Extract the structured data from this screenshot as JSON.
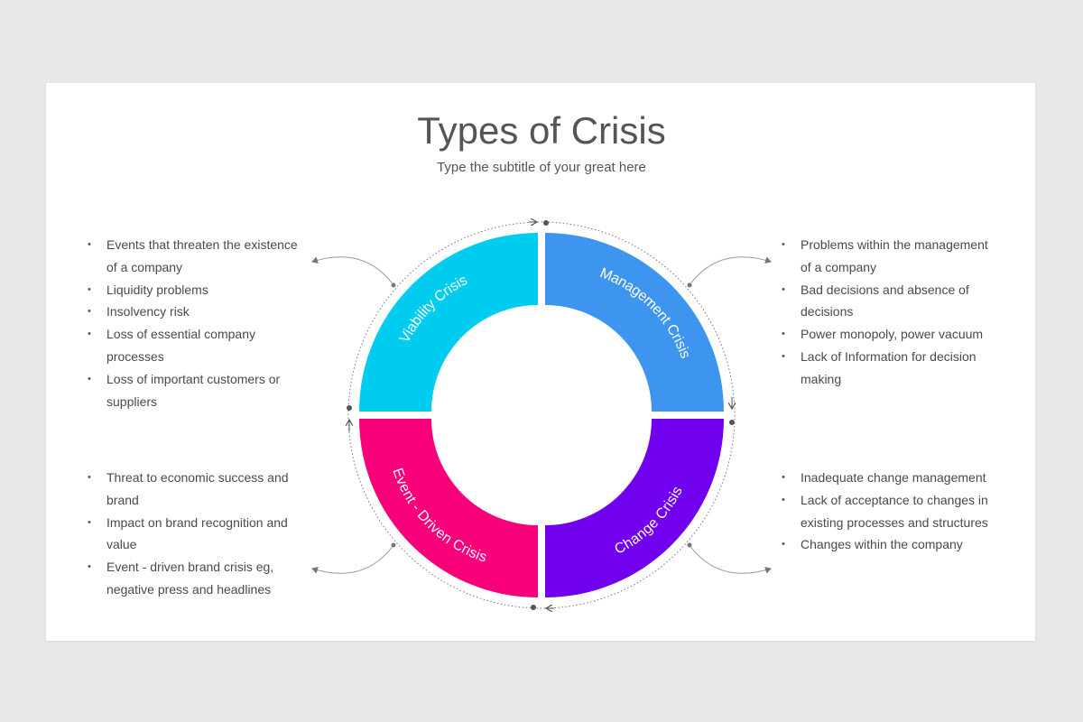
{
  "title": "Types of Crisis",
  "subtitle": "Type the subtitle of your great here",
  "segments": [
    {
      "label": "Viability Crisis",
      "color": "#00ccf0"
    },
    {
      "label": "Management Crisis",
      "color": "#3d95f0"
    },
    {
      "label": "Event - Driven Crisis",
      "color": "#f8007a"
    },
    {
      "label": "Change Crisis",
      "color": "#7000ee"
    }
  ],
  "lists": {
    "top_left": [
      "Events that threaten the existence of a company",
      "Liquidity problems",
      "Insolvency risk",
      "Loss of essential company processes",
      "Loss of important customers or suppliers"
    ],
    "top_right": [
      "Problems within the management of a company",
      "Bad decisions and absence of decisions",
      "Power monopoly, power vacuum",
      "Lack of Information for decision making"
    ],
    "bottom_left": [
      "Threat to economic success and brand",
      "Impact on brand recognition and value",
      "Event - driven brand crisis eg, negative press and headlines"
    ],
    "bottom_right": [
      "Inadequate change management",
      "Lack of acceptance to changes in existing processes and structures",
      "Changes within the company"
    ]
  },
  "colors": {
    "background": "#e8e7e9",
    "text": "#4a4a4a",
    "connector": "#999999"
  }
}
